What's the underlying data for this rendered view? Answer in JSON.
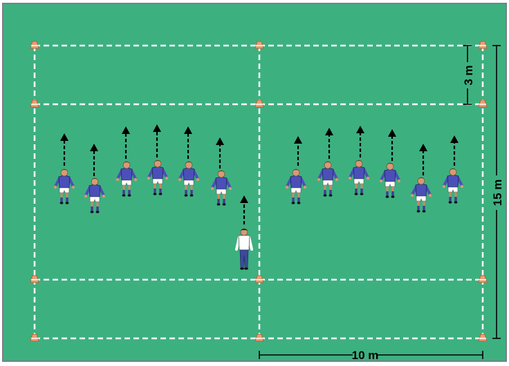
{
  "diagram": {
    "colors": {
      "field": "#3db080",
      "field_border": "#7a7f86",
      "line": "#ffffff",
      "cone_fill": "#e8a072",
      "cone_stroke": "#b5643a",
      "player_shirt": "#4b4fb8",
      "player_shorts": "#ffffff",
      "coach_shirt": "#ffffff",
      "coach_trousers": "#3b4a9a",
      "arrow": "#000000"
    },
    "measurements": {
      "zone_depth": "3 m",
      "grid_length": "15 m",
      "grid_width": "10 m"
    },
    "left_group_count": 6,
    "right_group_count": 6,
    "coach_count": 1
  }
}
